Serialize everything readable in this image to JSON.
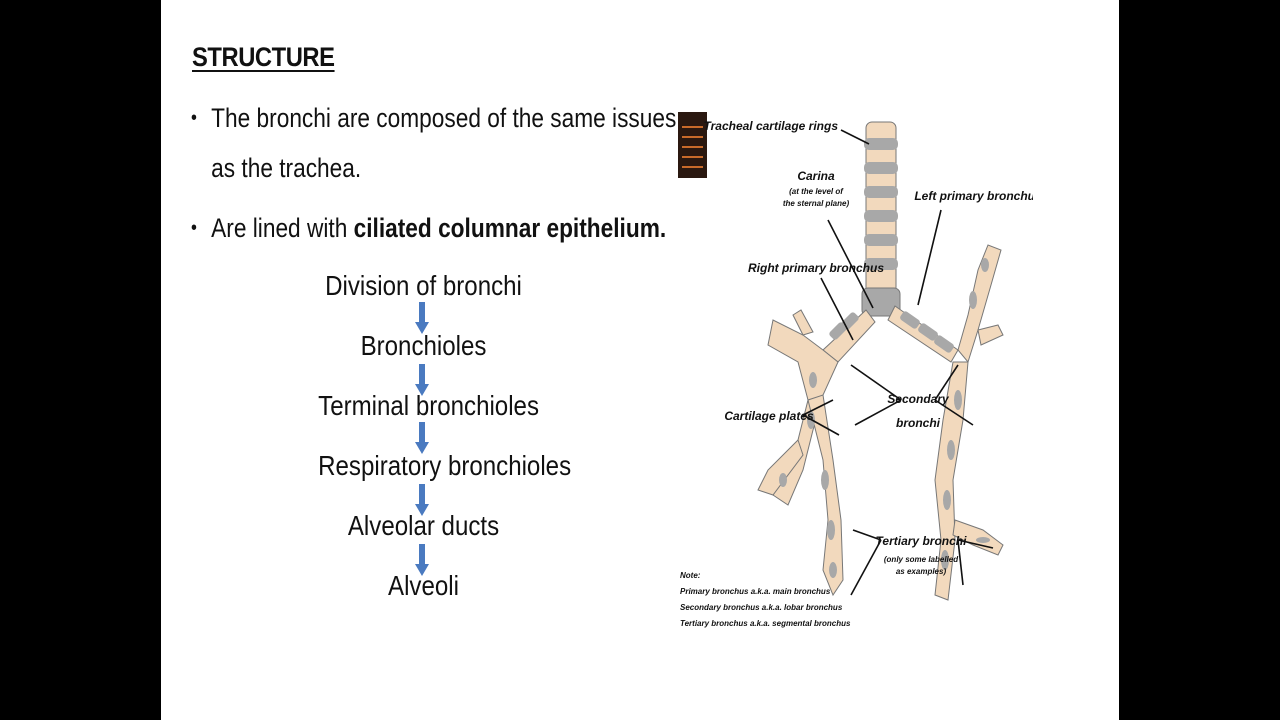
{
  "slide": {
    "title": "STRUCTURE",
    "bullets": [
      {
        "line1": "The bronchi are composed of the same  issues",
        "line2": "as the trachea."
      },
      {
        "prefix": "Are lined with ",
        "bold": "ciliated columnar epithelium."
      }
    ],
    "flow_steps": [
      "Division of bronchi",
      "Bronchioles",
      "Terminal bronchioles",
      "Respiratory bronchioles",
      "Alveolar ducts",
      "Alveoli"
    ]
  },
  "diagram": {
    "labels": {
      "tracheal_rings": "Tracheal cartilage rings",
      "carina": "Carina",
      "carina_note1": "(at the level of",
      "carina_note2": "the sternal plane)",
      "left_primary": "Left primary bronchus",
      "right_primary": "Right primary bronchus",
      "cartilage_plates": "Cartilage plates",
      "secondary1": "Secondary",
      "secondary2": "bronchi",
      "tertiary": "Tertiary bronchi",
      "tertiary_note1": "(only some labelled",
      "tertiary_note2": "as examples)"
    },
    "note": {
      "heading": "Note:",
      "line1": "Primary bronchus a.k.a. main bronchus",
      "line2": "Secondary bronchus a.k.a. lobar bronchus",
      "line3": "Tertiary bronchus a.k.a. segmental bronchus"
    }
  },
  "colors": {
    "arrow": "#4a7ac0",
    "tissue": "#f2d9bd",
    "cartilage": "#a8a8a8"
  }
}
